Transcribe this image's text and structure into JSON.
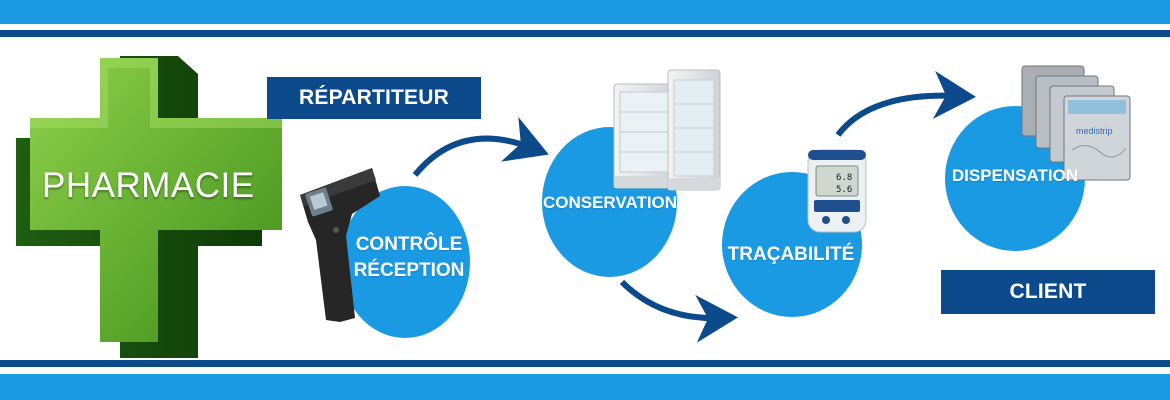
{
  "colors": {
    "band_light": "#1a9ae3",
    "band_dark": "#0d4a8c",
    "circle": "#1a9ae3",
    "box": "#0d4a8c",
    "arrow": "#0d4a8c",
    "cross_green": "#6cb52d"
  },
  "cross": {
    "label": "PHARMACIE"
  },
  "labels": {
    "repartiteur": "RÉPARTITEUR",
    "client": "CLIENT"
  },
  "steps": {
    "reception": {
      "line1": "CONTRÔLE",
      "line2": "RÉCEPTION",
      "icon": "infrared-thermometer-icon"
    },
    "conservation": {
      "label": "CONSERVATION",
      "icon": "medical-refrigerator-icon"
    },
    "tracabilite": {
      "label": "TRAÇABILITÉ",
      "icon": "temperature-logger-icon"
    },
    "dispensation": {
      "label": "DISPENSATION",
      "icon": "medicine-packs-icon"
    }
  },
  "logger_display": {
    "line1": "6.8",
    "line2": "5.6"
  },
  "pack_brand": "medistrip"
}
